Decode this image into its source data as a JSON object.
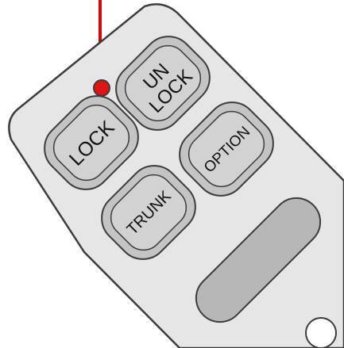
{
  "remote": {
    "buttons": {
      "unlock": {
        "line1": "UN",
        "line2": "LOCK"
      },
      "lock": {
        "label": "LOCK"
      },
      "option": {
        "label": "OPTION"
      },
      "trunk": {
        "label": "TRUNK"
      }
    },
    "colors": {
      "body": "#e6e6e6",
      "button_inner": "#d2d2d2",
      "button_outer": "#c4c4c4",
      "slot": "#b7b7b7",
      "outline": "#3c3c3c",
      "indicator_led": "#e11414",
      "antenna_wire": "#d90000"
    }
  }
}
